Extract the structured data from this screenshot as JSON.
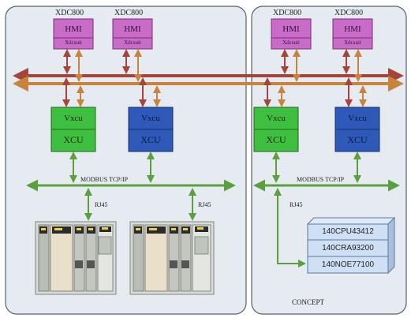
{
  "colors": {
    "hmi_fill": "#c86cc8",
    "xcu_green": "#3fbf3f",
    "xcu_blue": "#2f59b8",
    "network_red": "#a5443a",
    "network_orange": "#c8843c",
    "modbus_green": "#5aa03c",
    "panel_fill": "#e6eaf1",
    "module_fill": "#cfe0f5"
  },
  "left_site": {
    "hmi_stations": [
      {
        "model": "XDC800",
        "title": "HMI",
        "subtitle": "Xdcsuit"
      },
      {
        "model": "XDC800",
        "title": "HMI",
        "subtitle": "Xdcsuit"
      }
    ],
    "controllers": [
      {
        "top": "Vxcu",
        "bottom": "XCU",
        "color": "green"
      },
      {
        "top": "Vxcu",
        "bottom": "XCU",
        "color": "blue"
      }
    ],
    "bus_label": "MODBUS TCP/IP",
    "link_labels": [
      "RJ45",
      "RJ45"
    ]
  },
  "right_site": {
    "hmi_stations": [
      {
        "model": "XDC800",
        "title": "HMI",
        "subtitle": "Xdcsuit"
      },
      {
        "model": "XDC800",
        "title": "HMI",
        "subtitle": "Xdcsuit"
      }
    ],
    "controllers": [
      {
        "top": "Vxcu",
        "bottom": "XCU",
        "color": "green"
      },
      {
        "top": "Vxcu",
        "bottom": "XCU",
        "color": "blue"
      }
    ],
    "bus_label": "MODBUS TCP/IP",
    "link_label": "RJ45",
    "modules": [
      "140CPU43412",
      "140CRA93200",
      "140NOE77100"
    ],
    "software_label": "CONCEPT"
  }
}
